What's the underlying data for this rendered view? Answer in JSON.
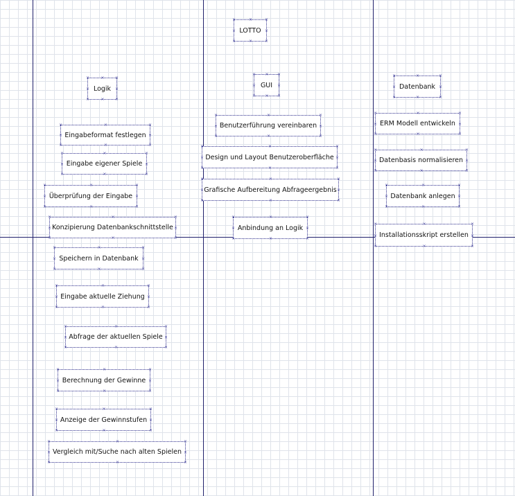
{
  "diagram": {
    "title": "LOTTO",
    "columns": {
      "logik": {
        "header": "Logik",
        "items": [
          "Eingabeformat festlegen",
          "Eingabe eigener Spiele",
          "Überprüfung der Eingabe",
          "Konzipierung Datenbankschnittstelle",
          "Speichern in Datenbank",
          "Eingabe aktuelle Ziehung",
          "Abfrage der aktuellen Spiele",
          "Berechnung der Gewinne",
          "Anzeige der Gewinnstufen",
          "Vergleich mit/Suche nach alten Spielen"
        ]
      },
      "gui": {
        "header": "GUI",
        "items": [
          "Benutzerführung vereinbaren",
          "Design und Layout Benutzeroberfläche",
          "Grafische Aufbereitung Abfrageergebnis",
          "Anbindung an Logik"
        ]
      },
      "datenbank": {
        "header": "Datenbank",
        "items": [
          "ERM Modell entwickeln",
          "Datenbasis normalisieren",
          "Datenbank anlegen",
          "Installationsskript erstellen"
        ]
      }
    }
  }
}
